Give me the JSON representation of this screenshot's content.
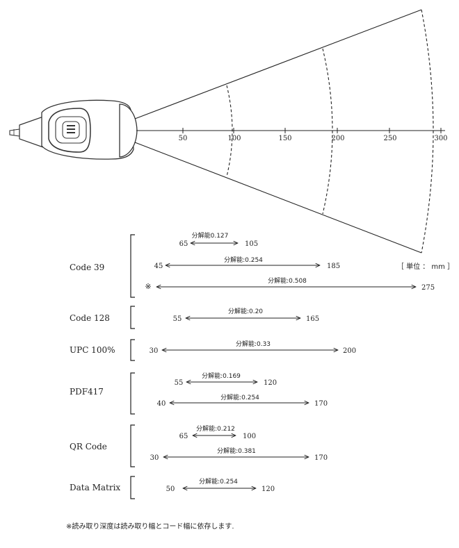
{
  "scale": {
    "ticks": [
      "50",
      "100",
      "150",
      "200",
      "250",
      "300"
    ],
    "unit_label": "［ 単位 ： mm ］"
  },
  "symbologies": [
    {
      "name": "Code 39",
      "rows": [
        {
          "marker": "",
          "resolution": "分解能0.127",
          "min": "65",
          "max": "105"
        },
        {
          "marker": "",
          "resolution": "分解能:0.254",
          "min": "45",
          "max": "185"
        },
        {
          "marker": "※",
          "resolution": "分解能:0.508",
          "min": "",
          "max": "275"
        }
      ]
    },
    {
      "name": "Code 128",
      "rows": [
        {
          "marker": "",
          "resolution": "分解能:0.20",
          "min": "55",
          "max": "165"
        }
      ]
    },
    {
      "name": "UPC 100%",
      "rows": [
        {
          "marker": "",
          "resolution": "分解能:0.33",
          "min": "30",
          "max": "200"
        }
      ]
    },
    {
      "name": "PDF417",
      "rows": [
        {
          "marker": "",
          "resolution": "分解能:0.169",
          "min": "55",
          "max": "120"
        },
        {
          "marker": "",
          "resolution": "分解能:0.254",
          "min": "40",
          "max": "170"
        }
      ]
    },
    {
      "name": "QR Code",
      "rows": [
        {
          "marker": "",
          "resolution": "分解能:0.212",
          "min": "65",
          "max": "100"
        },
        {
          "marker": "",
          "resolution": "分解能:0.381",
          "min": "30",
          "max": "170"
        }
      ]
    },
    {
      "name": "Data Matrix",
      "rows": [
        {
          "marker": "",
          "resolution": "分解能:0.254",
          "min": "50",
          "max": "120"
        }
      ]
    }
  ],
  "footnote": "※読み取り深度は読み取り幅とコード幅に依存します."
}
